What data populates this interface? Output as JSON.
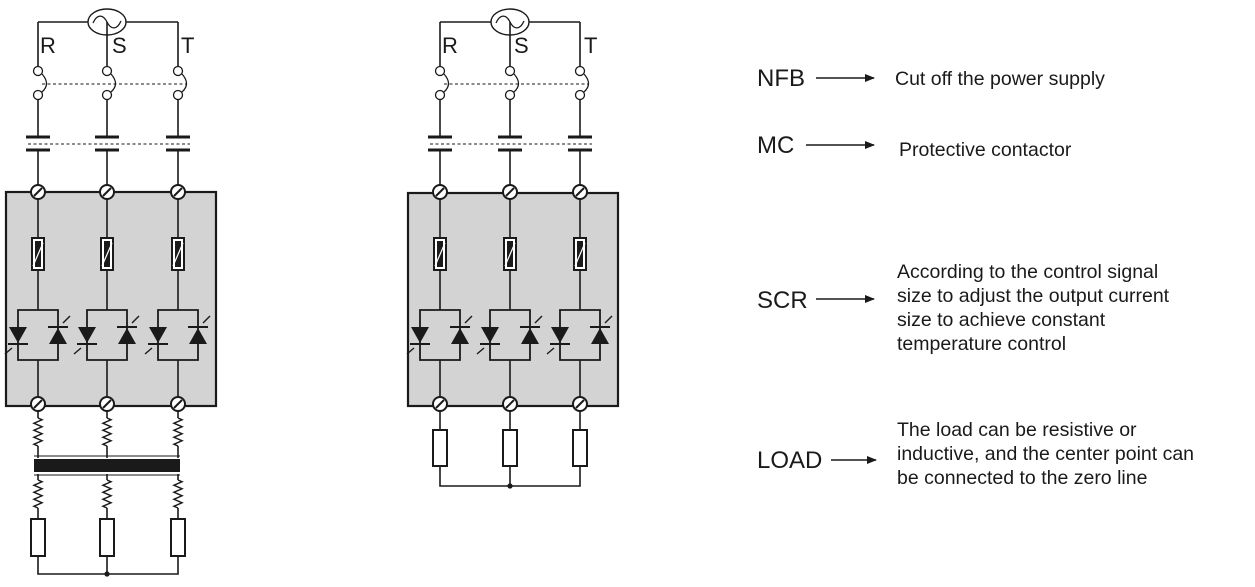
{
  "colors": {
    "line": "#1a1a1a",
    "module_fill": "#d3d3d3",
    "background": "#ffffff"
  },
  "icons": {
    "ac_source": "sine-wave-in-circle",
    "breaker": "open-contact-pair",
    "contactor": "parallel-plate-contact",
    "fuse": "fuse-rectangle",
    "scr": "antiparallel-thyristor-pair",
    "terminal": "screw-terminal",
    "load": "resistor-rectangle",
    "transformer": "coil-with-core"
  },
  "diagrams": [
    {
      "id": "transformer-load",
      "phases": [
        "R",
        "S",
        "T"
      ]
    },
    {
      "id": "direct-load",
      "phases": [
        "R",
        "S",
        "T"
      ]
    }
  ],
  "legend": [
    {
      "key": "NFB",
      "desc": [
        "Cut off the power supply"
      ]
    },
    {
      "key": "MC",
      "desc": [
        "Protective contactor"
      ]
    },
    {
      "key": "SCR",
      "desc": [
        "According to the control signal",
        "size to adjust the output current",
        "size to achieve constant",
        "temperature control"
      ]
    },
    {
      "key": "LOAD",
      "desc": [
        "The load can be resistive or",
        "inductive, and the center point can",
        "be connected to the zero line"
      ]
    }
  ]
}
